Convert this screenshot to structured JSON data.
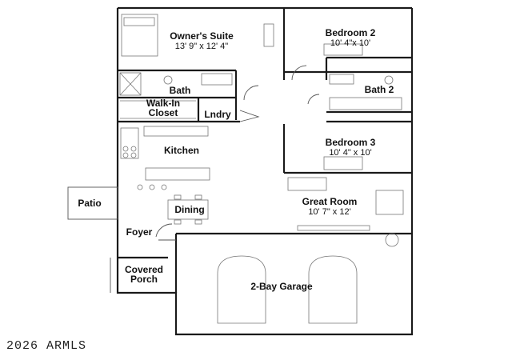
{
  "rooms": {
    "owners_suite": {
      "name": "Owner's Suite",
      "dims": "13' 9\" x 12' 4\""
    },
    "bedroom2": {
      "name": "Bedroom 2",
      "dims": "10' 4\"x 10'"
    },
    "bath": {
      "name": "Bath"
    },
    "bath2": {
      "name": "Bath 2"
    },
    "walkin": {
      "line1": "Walk-In",
      "line2": "Closet"
    },
    "laundry": {
      "name": "Lndry"
    },
    "bedroom3": {
      "name": "Bedroom 3",
      "dims": "10' 4\" x 10'"
    },
    "kitchen": {
      "name": "Kitchen"
    },
    "patio": {
      "name": "Patio"
    },
    "dining": {
      "name": "Dining"
    },
    "great_room": {
      "name": "Great Room",
      "dims": "10' 7\" x 12'"
    },
    "foyer": {
      "name": "Foyer"
    },
    "covered_porch": {
      "line1": "Covered",
      "line2": "Porch"
    },
    "garage": {
      "name": "2-Bay Garage"
    }
  },
  "copyright": "2026 ARMLS"
}
